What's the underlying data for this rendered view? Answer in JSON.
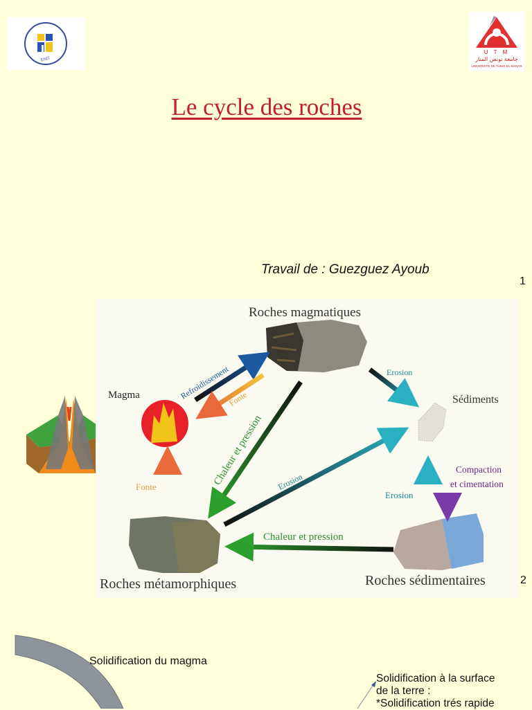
{
  "slide1": {
    "title": "Le cycle des roches",
    "author": "Travail de : Guezguez Ayoub",
    "page_number": "1",
    "logo_right_lines": [
      "U T M",
      "جامعة تونس المنار",
      "UNIVERSITE DE TUNIS EL MANAR"
    ]
  },
  "slide2": {
    "page_number": "2",
    "labels": {
      "roches_magmatiques": "Roches magmatiques",
      "sediments": "Sédiments",
      "magma": "Magma",
      "roches_metamorphiques": "Roches métamorphiques",
      "roches_sedimentaires": "Roches sédimentaires",
      "refroidissement": "Refroidissement",
      "fonte_top": "Fonte",
      "fonte_left": "Fonte",
      "erosion_top": "Erosion",
      "erosion_mid": "Erosion",
      "erosion_right": "Erosion",
      "chaleur_pression_diag": "Chaleur et pression",
      "chaleur_pression_bottom": "Chaleur et pression",
      "compaction": "Compaction",
      "cimentation": "et cimentation"
    },
    "colors": {
      "erosion": "#1b8a95",
      "fonte": "#e0a040",
      "chaleur": "#2c8f2c",
      "compaction": "#6b2a8a",
      "refroidissement": "#1b5aa0"
    }
  },
  "slide3": {
    "caption": "Solidification du magma",
    "box_lines": [
      "Solidification à la surface",
      "de la terre :",
      "*Solidification trés rapide"
    ]
  }
}
